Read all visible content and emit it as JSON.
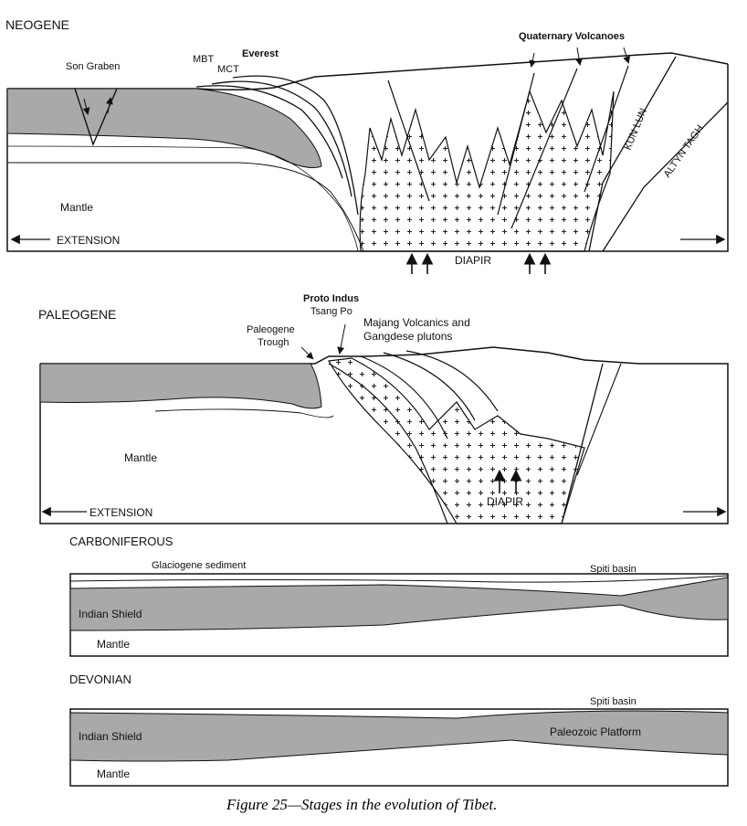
{
  "figure": {
    "caption": "Figure 25—Stages in the evolution of Tibet."
  },
  "panels": {
    "neogene": {
      "title": "NEOGENE",
      "son_graben": "Son Graben",
      "mbt": "MBT",
      "mct": "MCT",
      "everest": "Everest",
      "quaternary_volcanoes": "Quaternary Volcanoes",
      "kun_lun": "KUN LUN",
      "altyn_tagh": "ALTYN TAGH",
      "mantle": "Mantle",
      "extension": "EXTENSION",
      "diapir": "DIAPIR"
    },
    "paleogene": {
      "title": "PALEOGENE",
      "proto_indus_line1": "Proto Indus",
      "proto_indus_line2": "Tsang Po",
      "trough_line1": "Paleogene",
      "trough_line2": "Trough",
      "majang_line1": "Majang Volcanics and",
      "majang_line2": "Gangdese plutons",
      "mantle": "Mantle",
      "extension": "EXTENSION",
      "diapir": "DIAPIR"
    },
    "carboniferous": {
      "title": "CARBONIFEROUS",
      "glaciogene": "Glaciogene sediment",
      "spiti_basin": "Spiti basin",
      "indian_shield": "Indian Shield",
      "mantle": "Mantle"
    },
    "devonian": {
      "title": "DEVONIAN",
      "spiti_basin": "Spiti basin",
      "indian_shield": "Indian Shield",
      "paleozoic_platform": "Paleozoic Platform",
      "mantle": "Mantle"
    }
  },
  "colors": {
    "slab_fill": "#a9a9a9",
    "line": "#111111",
    "background": "#ffffff"
  }
}
